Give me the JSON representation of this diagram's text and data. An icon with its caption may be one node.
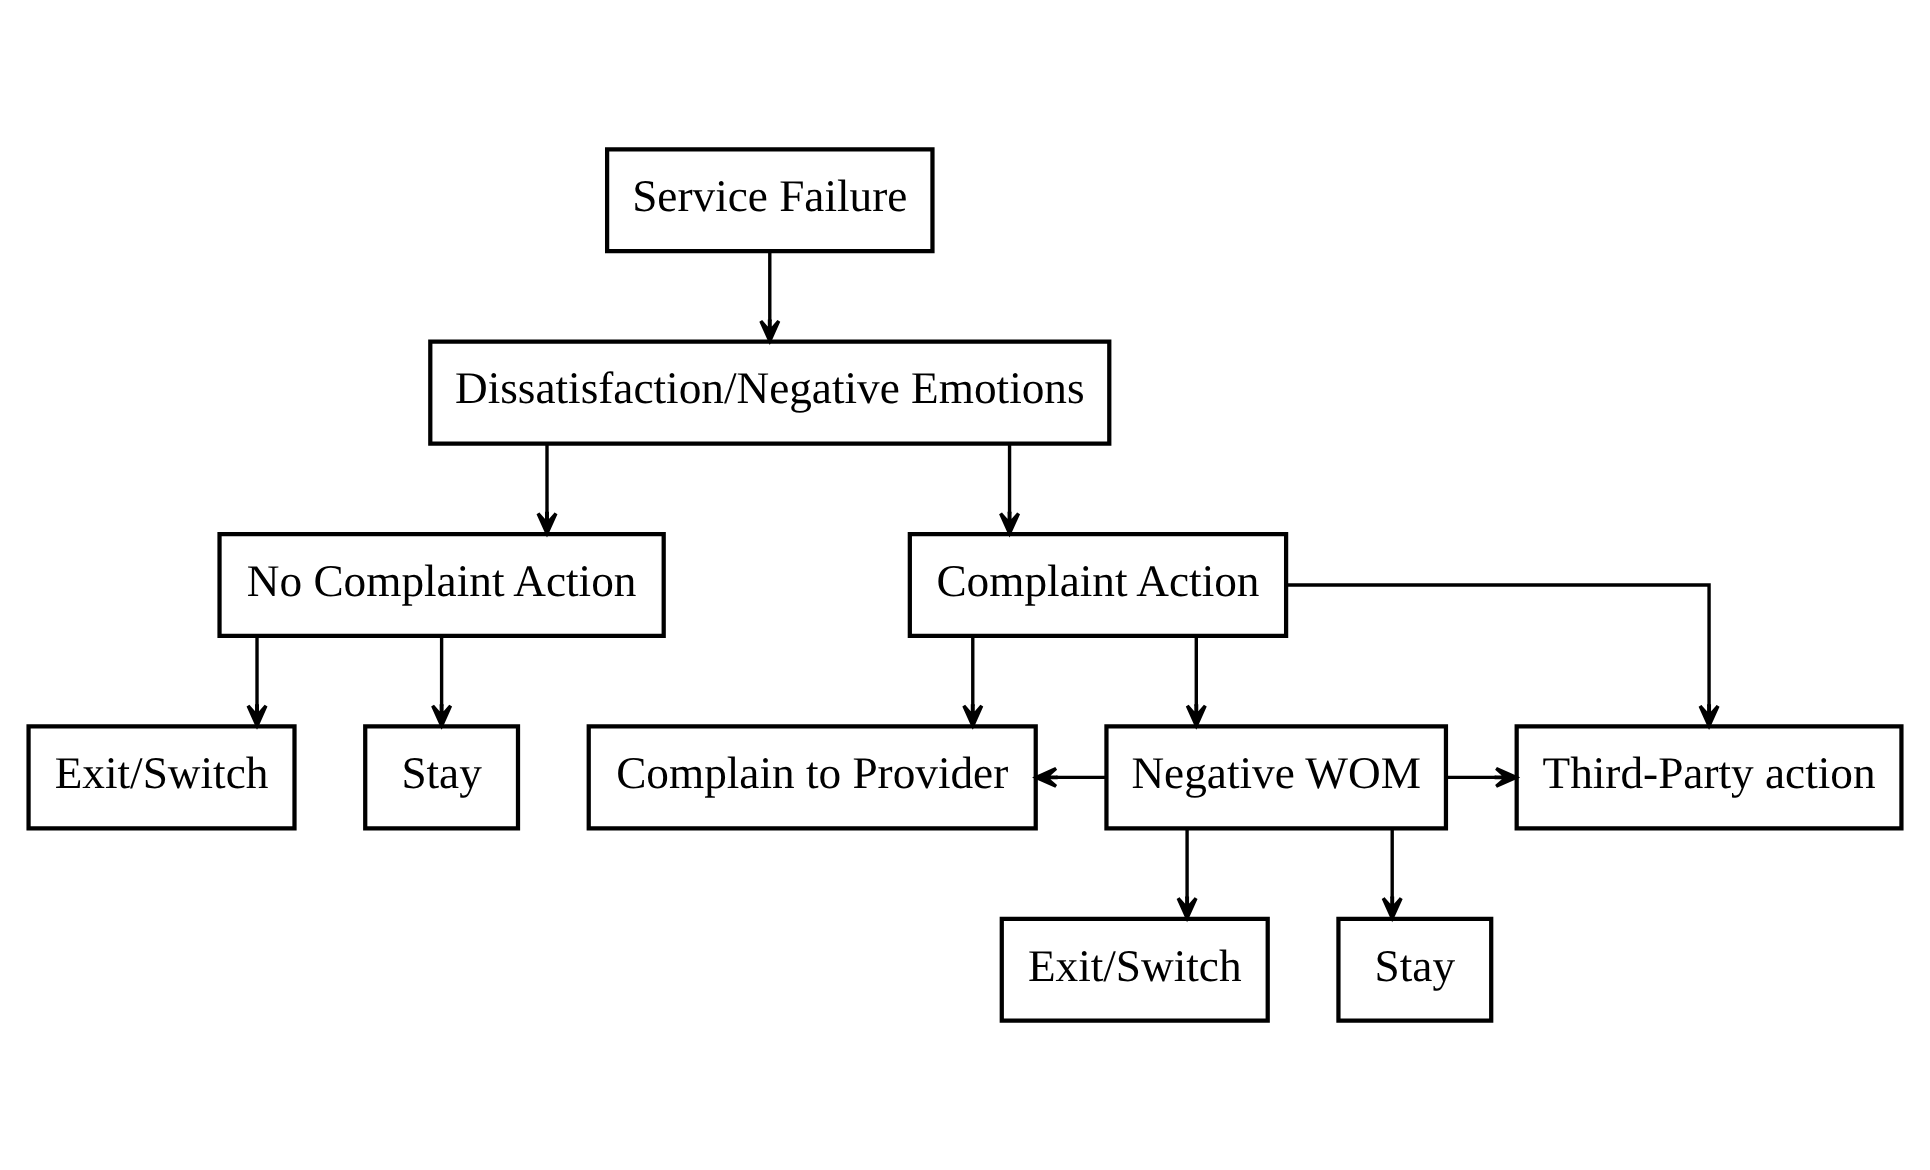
{
  "diagram": {
    "nodes": [
      {
        "text": [
          "Service Failure"
        ]
      },
      {
        "text": [
          "Dissatisfaction/Negative Emotions"
        ]
      },
      {
        "text": [
          "No Complaint Action"
        ]
      },
      {
        "text": [
          "Complaint Action"
        ]
      },
      {
        "text": [
          "Exit/Switch"
        ]
      },
      {
        "text": [
          "Stay"
        ]
      },
      {
        "text": [
          "Complain to Provider"
        ]
      },
      {
        "text": [
          "Negative WOM"
        ]
      },
      {
        "text": [
          "Third-Party action"
        ]
      },
      {
        "text": [
          "Exit/Switch"
        ]
      },
      {
        "text": [
          "Stay"
        ]
      }
    ],
    "edges": [
      {
        "from": 0,
        "to": 1,
        "arrow": "to"
      },
      {
        "from": 1,
        "to": 2,
        "arrow": "to"
      },
      {
        "from": 1,
        "to": 3,
        "arrow": "to"
      },
      {
        "from": 2,
        "to": 4,
        "arrow": "to"
      },
      {
        "from": 2,
        "to": 5,
        "arrow": "to"
      },
      {
        "from": 3,
        "to": 6,
        "arrow": "to"
      },
      {
        "from": 3,
        "to": 7,
        "arrow": "to"
      },
      {
        "from": 3,
        "to": 8,
        "arrow": "to"
      },
      {
        "from": 7,
        "to": 6,
        "arrow": "to"
      },
      {
        "from": 7,
        "to": 8,
        "arrow": "to"
      },
      {
        "from": 7,
        "to": 9,
        "arrow": "to"
      },
      {
        "from": 7,
        "to": 10,
        "arrow": "to"
      }
    ]
  }
}
